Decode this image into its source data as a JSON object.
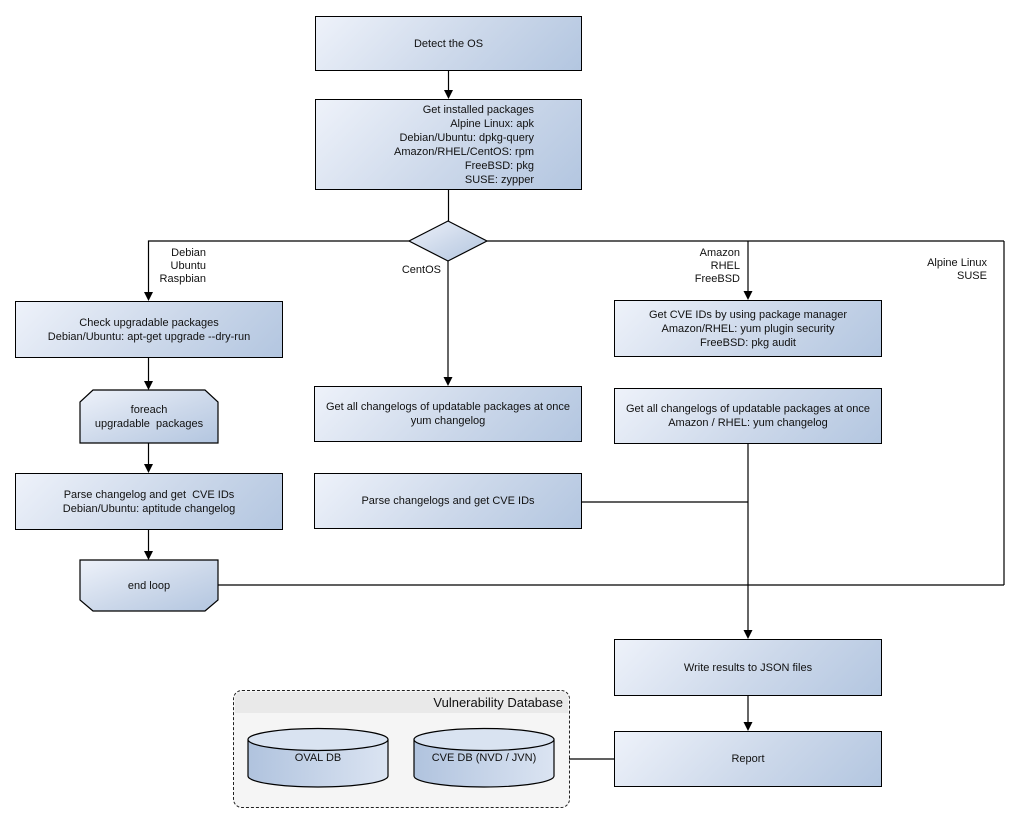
{
  "colors": {
    "node_gradient_start": "#eef2fa",
    "node_gradient_end": "#b3c6e0",
    "cylinder_body_dark": "#b0c3de",
    "cylinder_body_light": "#dbe4f2",
    "cylinder_top": "#d9e3f1",
    "shape_border": "#000000",
    "connector": "#000000",
    "group_band": "#e9e9e9",
    "group_body": "#f5f5f5"
  },
  "nodes": {
    "detect_os": "Detect the OS",
    "get_installed_packages": "Get installed packages\nAlpine Linux: apk\nDebian/Ubuntu: dpkg-query\nAmazon/RHEL/CentOS: rpm\nFreeBSD: pkg\nSUSE: zypper",
    "check_upgradable": "Check upgradable packages\nDebian/Ubuntu: apt-get upgrade --dry-run",
    "foreach_loop": "foreach\nupgradable  packages",
    "parse_changelog_deb": "Parse changelog and get  CVE IDs\nDebian/Ubuntu: aptitude changelog",
    "end_loop": "end loop",
    "get_changelogs_centos": "Get all changelogs of updatable packages at once\nyum changelog",
    "parse_changelogs_centos": "Parse changelogs and get CVE IDs",
    "get_cve_ids_pkg_manager": "Get CVE IDs by using package manager\nAmazon/RHEL: yum plugin security\nFreeBSD: pkg audit",
    "get_changelogs_amazon": "Get all changelogs of updatable packages at once\nAmazon / RHEL: yum changelog",
    "write_results": "Write results to JSON files",
    "report": "Report"
  },
  "edge_labels": {
    "debian": "Debian\nUbuntu\nRaspbian",
    "centos": "CentOS",
    "amazon": "Amazon\nRHEL\nFreeBSD",
    "alpine": "Alpine Linux\nSUSE"
  },
  "database_group": {
    "title": "Vulnerability Database",
    "oval_db": "OVAL DB",
    "cve_db": "CVE DB (NVD / JVN)"
  }
}
